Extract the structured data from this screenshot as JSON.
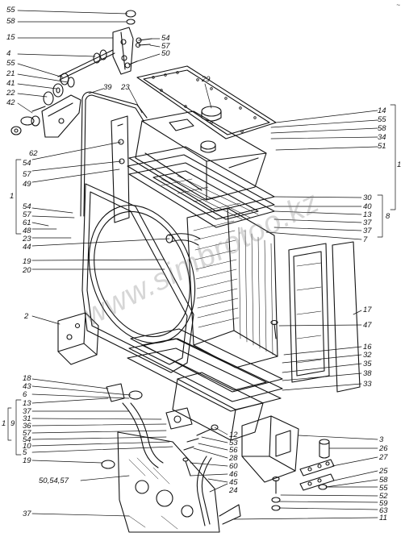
{
  "figure": {
    "corner_mark": "~",
    "watermark": "www.simbrotoo.kz"
  },
  "colors": {
    "ink": "#111111",
    "paper": "#ffffff",
    "watermark": "#9a9a9a"
  },
  "labels_left": [
    "55",
    "58",
    "15",
    "4",
    "55",
    "21",
    "41",
    "22",
    "42",
    "62",
    "54",
    "57",
    "49",
    "54",
    "57",
    "61",
    "48",
    "23",
    "44",
    "19",
    "20",
    "2",
    "18",
    "43",
    "6",
    "13",
    "37",
    "31",
    "36",
    "57",
    "54",
    "10",
    "5",
    "19",
    "50,54,57",
    "37"
  ],
  "labels_top_mid": [
    "54",
    "57",
    "50",
    "39",
    "23",
    "29"
  ],
  "labels_right": [
    "14",
    "55",
    "58",
    "34",
    "51",
    "30",
    "40",
    "13",
    "37",
    "37",
    "7",
    "17",
    "47",
    "16",
    "32",
    "35",
    "38",
    "33",
    "12",
    "53",
    "56",
    "28",
    "60",
    "46",
    "45",
    "24",
    "3",
    "26",
    "27",
    "25",
    "58",
    "55",
    "52",
    "59",
    "63",
    "11"
  ],
  "group_marks": [
    "1",
    "1",
    "8",
    "1",
    "9"
  ]
}
